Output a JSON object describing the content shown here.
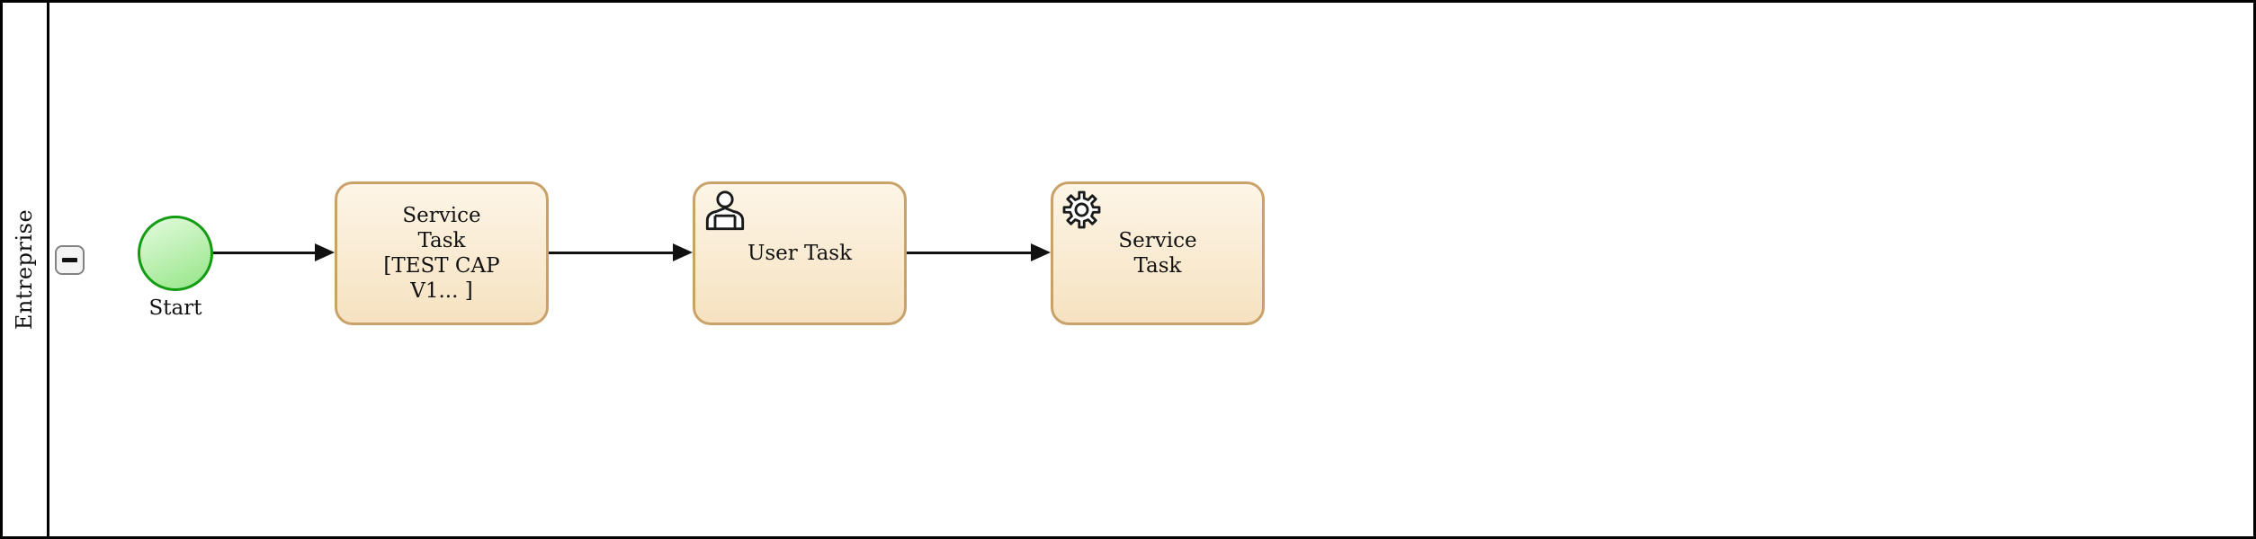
{
  "pool": {
    "name": "Entreprise"
  },
  "lane": {
    "collapse_symbol": "−"
  },
  "process": {
    "start_event": {
      "label": "Start"
    },
    "service_task_1": {
      "line1": "Service",
      "line2": "Task",
      "line3": "[TEST CAP",
      "line4": "V1... ]"
    },
    "user_task": {
      "label": "User Task"
    },
    "service_task_2": {
      "line1": "Service",
      "line2": "Task"
    }
  },
  "icons": {
    "collapse": "minus-icon",
    "user_task": "user-icon",
    "service_task": "gear-icon"
  },
  "colors": {
    "pool_border": "#000000",
    "task_border": "#c9a26a",
    "task_fill_top": "#fdf5e6",
    "task_fill_bottom": "#f6e2c1",
    "event_border": "#149b14",
    "event_fill_top": "#e1f9db",
    "event_fill_bottom": "#98e78a",
    "flow": "#111111",
    "collapse_button_border": "#828282",
    "collapse_button_fill": "#f4f4f4"
  }
}
